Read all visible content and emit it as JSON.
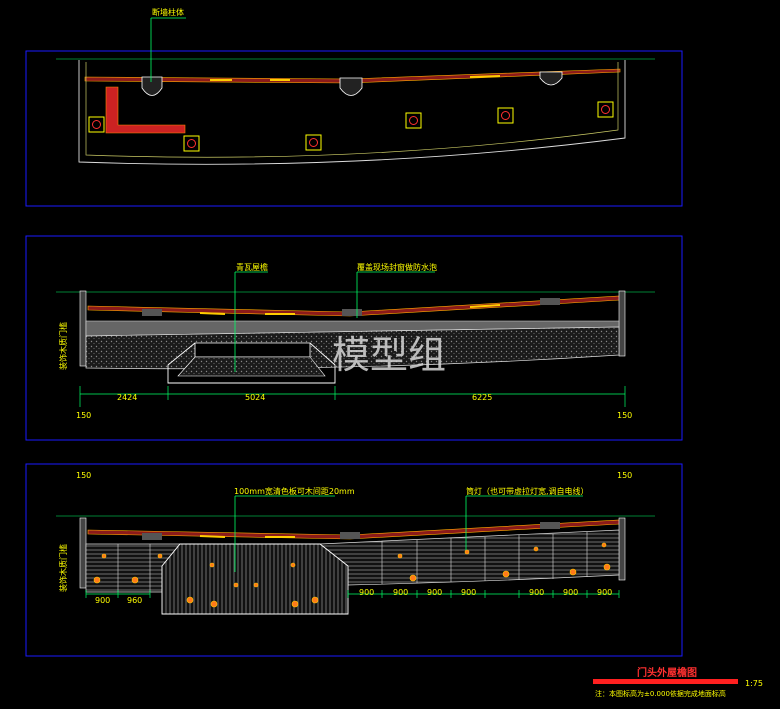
{
  "panel1": {
    "callout": "断墙柱体"
  },
  "panel2": {
    "callout_left": "青瓦屋檐",
    "callout_right": "覆盖现场封窗做防水泡",
    "side_label": "装饰木质门槛",
    "dims": [
      "2424",
      "5024",
      "6225"
    ],
    "end_left": "150",
    "end_right": "150"
  },
  "panel3": {
    "end_left": "150",
    "end_right": "150",
    "callout_left": "100mm宽清色板可木间距20mm",
    "callout_right": "筒灯（也可带虚拉灯宽,调自电线）",
    "side_label": "装饰木质门槛",
    "dims_left": [
      "900",
      "960"
    ],
    "dims_right": [
      "900",
      "900",
      "900",
      "900",
      "900",
      "900",
      "900"
    ]
  },
  "watermark": "模型组",
  "title_block": {
    "title": "门头外屋檐图",
    "scale": "1:75",
    "note": "注：本图标高为±0.000依据完成地面标高"
  },
  "colors": {
    "frame": "#1a1aff",
    "callout": "#00ff66",
    "text": "#ffff00",
    "title": "#ff3030",
    "hatch_red": "#cc2222"
  }
}
